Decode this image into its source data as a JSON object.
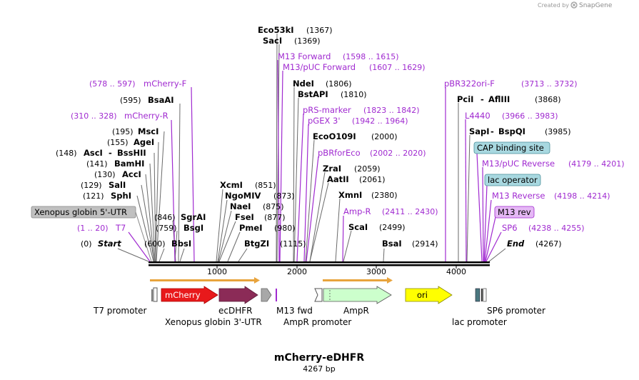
{
  "brand": {
    "created_by": "Created by",
    "name": "SnapGene"
  },
  "title": "mCherry-eDHFR",
  "length_label": "4267 bp",
  "total_bp": 4267,
  "ticks": [
    "1000",
    "2000",
    "3000",
    "4000"
  ],
  "ends": {
    "start": {
      "num": "(0)",
      "label": "Start"
    },
    "end": {
      "label": "End",
      "num": "(4267)"
    }
  },
  "left_sites": [
    {
      "num": "(595)",
      "name": "BsaAI"
    },
    {
      "num": "(195)",
      "name": "MscI"
    },
    {
      "num": "(155)",
      "name": "AgeI"
    },
    {
      "num": "(148)",
      "name": "AscI",
      "name2": "BssHII"
    },
    {
      "num": "(141)",
      "name": "BamHI"
    },
    {
      "num": "(130)",
      "name": "AccI"
    },
    {
      "num": "(129)",
      "name": "SalI"
    },
    {
      "num": "(121)",
      "name": "SphI"
    }
  ],
  "left_primers": [
    {
      "range": "(578 .. 597)",
      "name": "mCherry-F"
    },
    {
      "range": "(310 .. 328)",
      "name": "mCherry-R"
    },
    {
      "range": "(1 .. 20)",
      "name": "T7"
    }
  ],
  "xenopus_box": "Xenopus globin 5'-UTR",
  "small_sites": [
    {
      "num": "(846)",
      "name": "SgrAI"
    },
    {
      "num": "(759)",
      "name": "BsgI"
    },
    {
      "num": "(600)",
      "name": "BbsI"
    }
  ],
  "mid_sites": [
    {
      "name": "XcmI",
      "num": "(851)"
    },
    {
      "name": "NgoMIV",
      "num": "(873)"
    },
    {
      "name": "NaeI",
      "num": "(875)"
    },
    {
      "name": "FseI",
      "num": "(877)"
    },
    {
      "name": "PmeI",
      "num": "(980)"
    },
    {
      "name": "BtgZI",
      "num": "(1115)"
    }
  ],
  "top_sites": [
    {
      "name": "Eco53kI",
      "num": "(1367)"
    },
    {
      "name": "SacI",
      "num": "(1369)"
    }
  ],
  "top_primers": [
    {
      "name": "M13 Forward",
      "range": "(1598 .. 1615)"
    },
    {
      "name": "M13/pUC Forward",
      "range": "(1607 .. 1629)"
    }
  ],
  "center_items": [
    {
      "name": "NdeI",
      "num": "(1806)",
      "kind": "enzyme"
    },
    {
      "name": "BstAPI",
      "num": "(1810)",
      "kind": "enzyme"
    },
    {
      "name": "pRS-marker",
      "num": "(1823 .. 1842)",
      "kind": "primer"
    },
    {
      "name": "pGEX 3'",
      "num": "(1942 .. 1964)",
      "kind": "primer"
    },
    {
      "name": "EcoO109I",
      "num": "(2000)",
      "kind": "enzyme"
    },
    {
      "name": "pBRforEco",
      "num": "(2002 .. 2020)",
      "kind": "primer"
    },
    {
      "name": "ZraI",
      "num": "(2059)",
      "kind": "enzyme"
    },
    {
      "name": "AatII",
      "num": "(2061)",
      "kind": "enzyme"
    },
    {
      "name": "XmnI",
      "num": "(2380)",
      "kind": "enzyme"
    },
    {
      "name": "Amp-R",
      "num": "(2411 .. 2430)",
      "kind": "primer"
    },
    {
      "name": "ScaI",
      "num": "(2499)",
      "kind": "enzyme"
    },
    {
      "name": "BsaI",
      "num": "(2914)",
      "kind": "enzyme"
    }
  ],
  "right_items": [
    {
      "name": "pBR322ori-F",
      "num": "(3713 .. 3732)",
      "kind": "primer"
    },
    {
      "name": "PciI",
      "name2": "AflIII",
      "num": "(3868)",
      "kind": "enzyme"
    },
    {
      "name": "L4440",
      "num": "(3966 .. 3983)",
      "kind": "primer"
    },
    {
      "name": "SapI",
      "name2": "BspQI",
      "num": "(3985)",
      "kind": "enzyme"
    }
  ],
  "right_boxes": {
    "cap": "CAP binding site",
    "m13puc_rev": {
      "name": "M13/pUC Reverse",
      "range": "(4179 .. 4201)"
    },
    "lac_op": "lac operator",
    "m13_reverse": {
      "name": "M13 Reverse",
      "range": "(4198 .. 4214)"
    },
    "m13_rev": "M13 rev",
    "sp6": {
      "name": "SP6",
      "range": "(4238 .. 4255)"
    }
  },
  "features": {
    "mcherry": "mCherry",
    "ori": "ori"
  },
  "feature_labels": {
    "t7_promoter": "T7 promoter",
    "ecdhfr": "ecDHFR",
    "xenopus3": "Xenopus globin 3'-UTR",
    "m13fwd": "M13 fwd",
    "ampr": "AmpR",
    "ampr_promoter": "AmpR promoter",
    "lac_promoter": "lac promoter",
    "sp6_promoter": "SP6 promoter"
  },
  "colors": {
    "enzyme_line": "#555555",
    "primer": "#a02ad0",
    "mcherry": "#e8191b",
    "ecdhfr": "#8b2b57",
    "ampr": "#ccffcc",
    "ori": "#ffff00",
    "orf_arrow": "#e8a33c",
    "cap_box": "#a8d8e0",
    "m13rev_box": "#e5b8f5",
    "xenopus_box": "#c0c0c0"
  }
}
